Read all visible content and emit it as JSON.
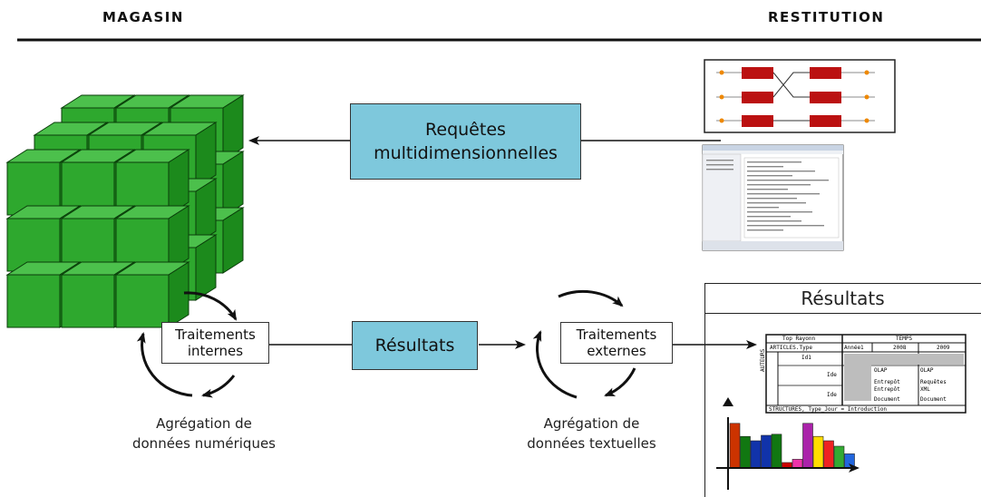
{
  "header": {
    "left": "MAGASIN",
    "right": "RESTITUTION"
  },
  "boxes": {
    "requetes": "Requêtes\nmultidimensionnelles",
    "resultats": "Résultats",
    "traitements_internes": "Traitements\ninternes",
    "traitements_externes": "Traitements\nexternes"
  },
  "captions": {
    "agregation_numeriques": "Agrégation de\ndonnées numériques",
    "agregation_textuelles": "Agrégation de\ndonnées textuelles"
  },
  "results_panel": {
    "title": "Résultats",
    "table": {
      "header_left": "Top Rayonn",
      "header_left2": "ARTICLES.Type",
      "header_right": "TEMPS",
      "year_cells": [
        "Année1",
        "2008",
        "2009"
      ],
      "row_block_label": "AUTEURS",
      "row_labels": [
        "Id1",
        "Ide",
        "Ide"
      ],
      "right_cells": [
        "OLAP",
        "OLAP",
        "Entrepôt",
        "Requêtes",
        "Entrepôt",
        "XML",
        "Document",
        "Document"
      ],
      "footer": "STRUCTURES, Type_Jour = Introduction"
    }
  },
  "colors": {
    "blue_box": "#7ec8dc",
    "cube_face": "#2ea82e",
    "cube_top": "#4cc04c",
    "cube_side": "#1c8a1c",
    "bar_colors": [
      "#cc3300",
      "#117711",
      "#1133aa",
      "#1133aa",
      "#117711",
      "#cc0000",
      "#ee33aa",
      "#aa22aa",
      "#ffdd00",
      "#ee2222",
      "#33aa33",
      "#2266dd"
    ]
  },
  "bar_levels": [
    0.82,
    0.58,
    0.5,
    0.6,
    0.62,
    0.1,
    0.16,
    0.82,
    0.58,
    0.5,
    0.4,
    0.26
  ]
}
